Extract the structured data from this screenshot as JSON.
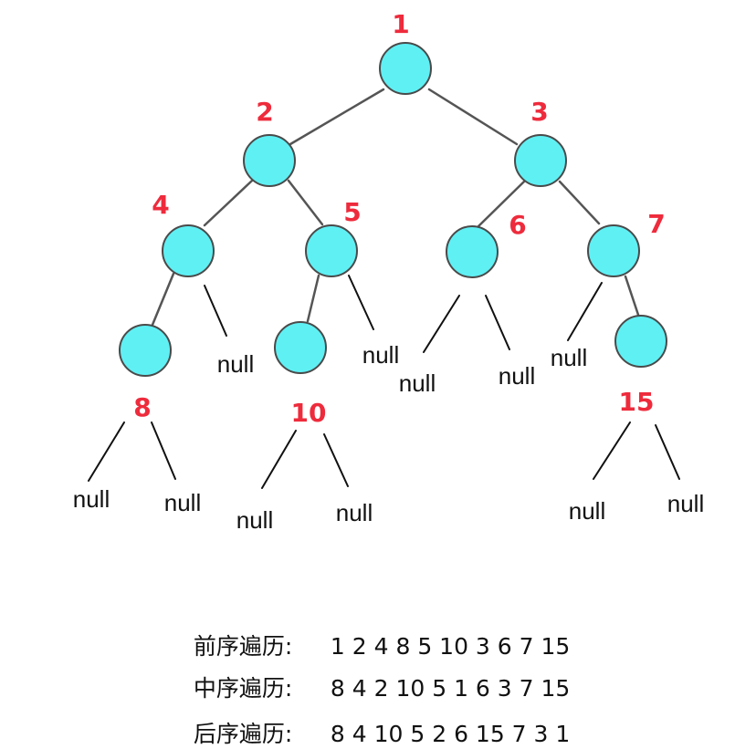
{
  "tree": {
    "node_color": "#5ff0f4",
    "label_color": "#ee2b3c",
    "nodes": [
      {
        "id": "n1",
        "label": "1"
      },
      {
        "id": "n2",
        "label": "2"
      },
      {
        "id": "n3",
        "label": "3"
      },
      {
        "id": "n4",
        "label": "4"
      },
      {
        "id": "n5",
        "label": "5"
      },
      {
        "id": "n6",
        "label": "6"
      },
      {
        "id": "n7",
        "label": "7"
      },
      {
        "id": "n8",
        "label": "8"
      },
      {
        "id": "n10",
        "label": "10"
      },
      {
        "id": "n15",
        "label": "15"
      }
    ],
    "null_label": "null"
  },
  "traversals": {
    "preorder": {
      "label": "前序遍历:",
      "sequence": "1 2 4 8 5 10 3 6 7 15"
    },
    "inorder": {
      "label": "中序遍历:",
      "sequence": "8 4 2 10 5 1 6 3 7 15"
    },
    "postorder": {
      "label": "后序遍历:",
      "sequence": "8 4 10 5 2 6 15 7 3 1"
    }
  }
}
